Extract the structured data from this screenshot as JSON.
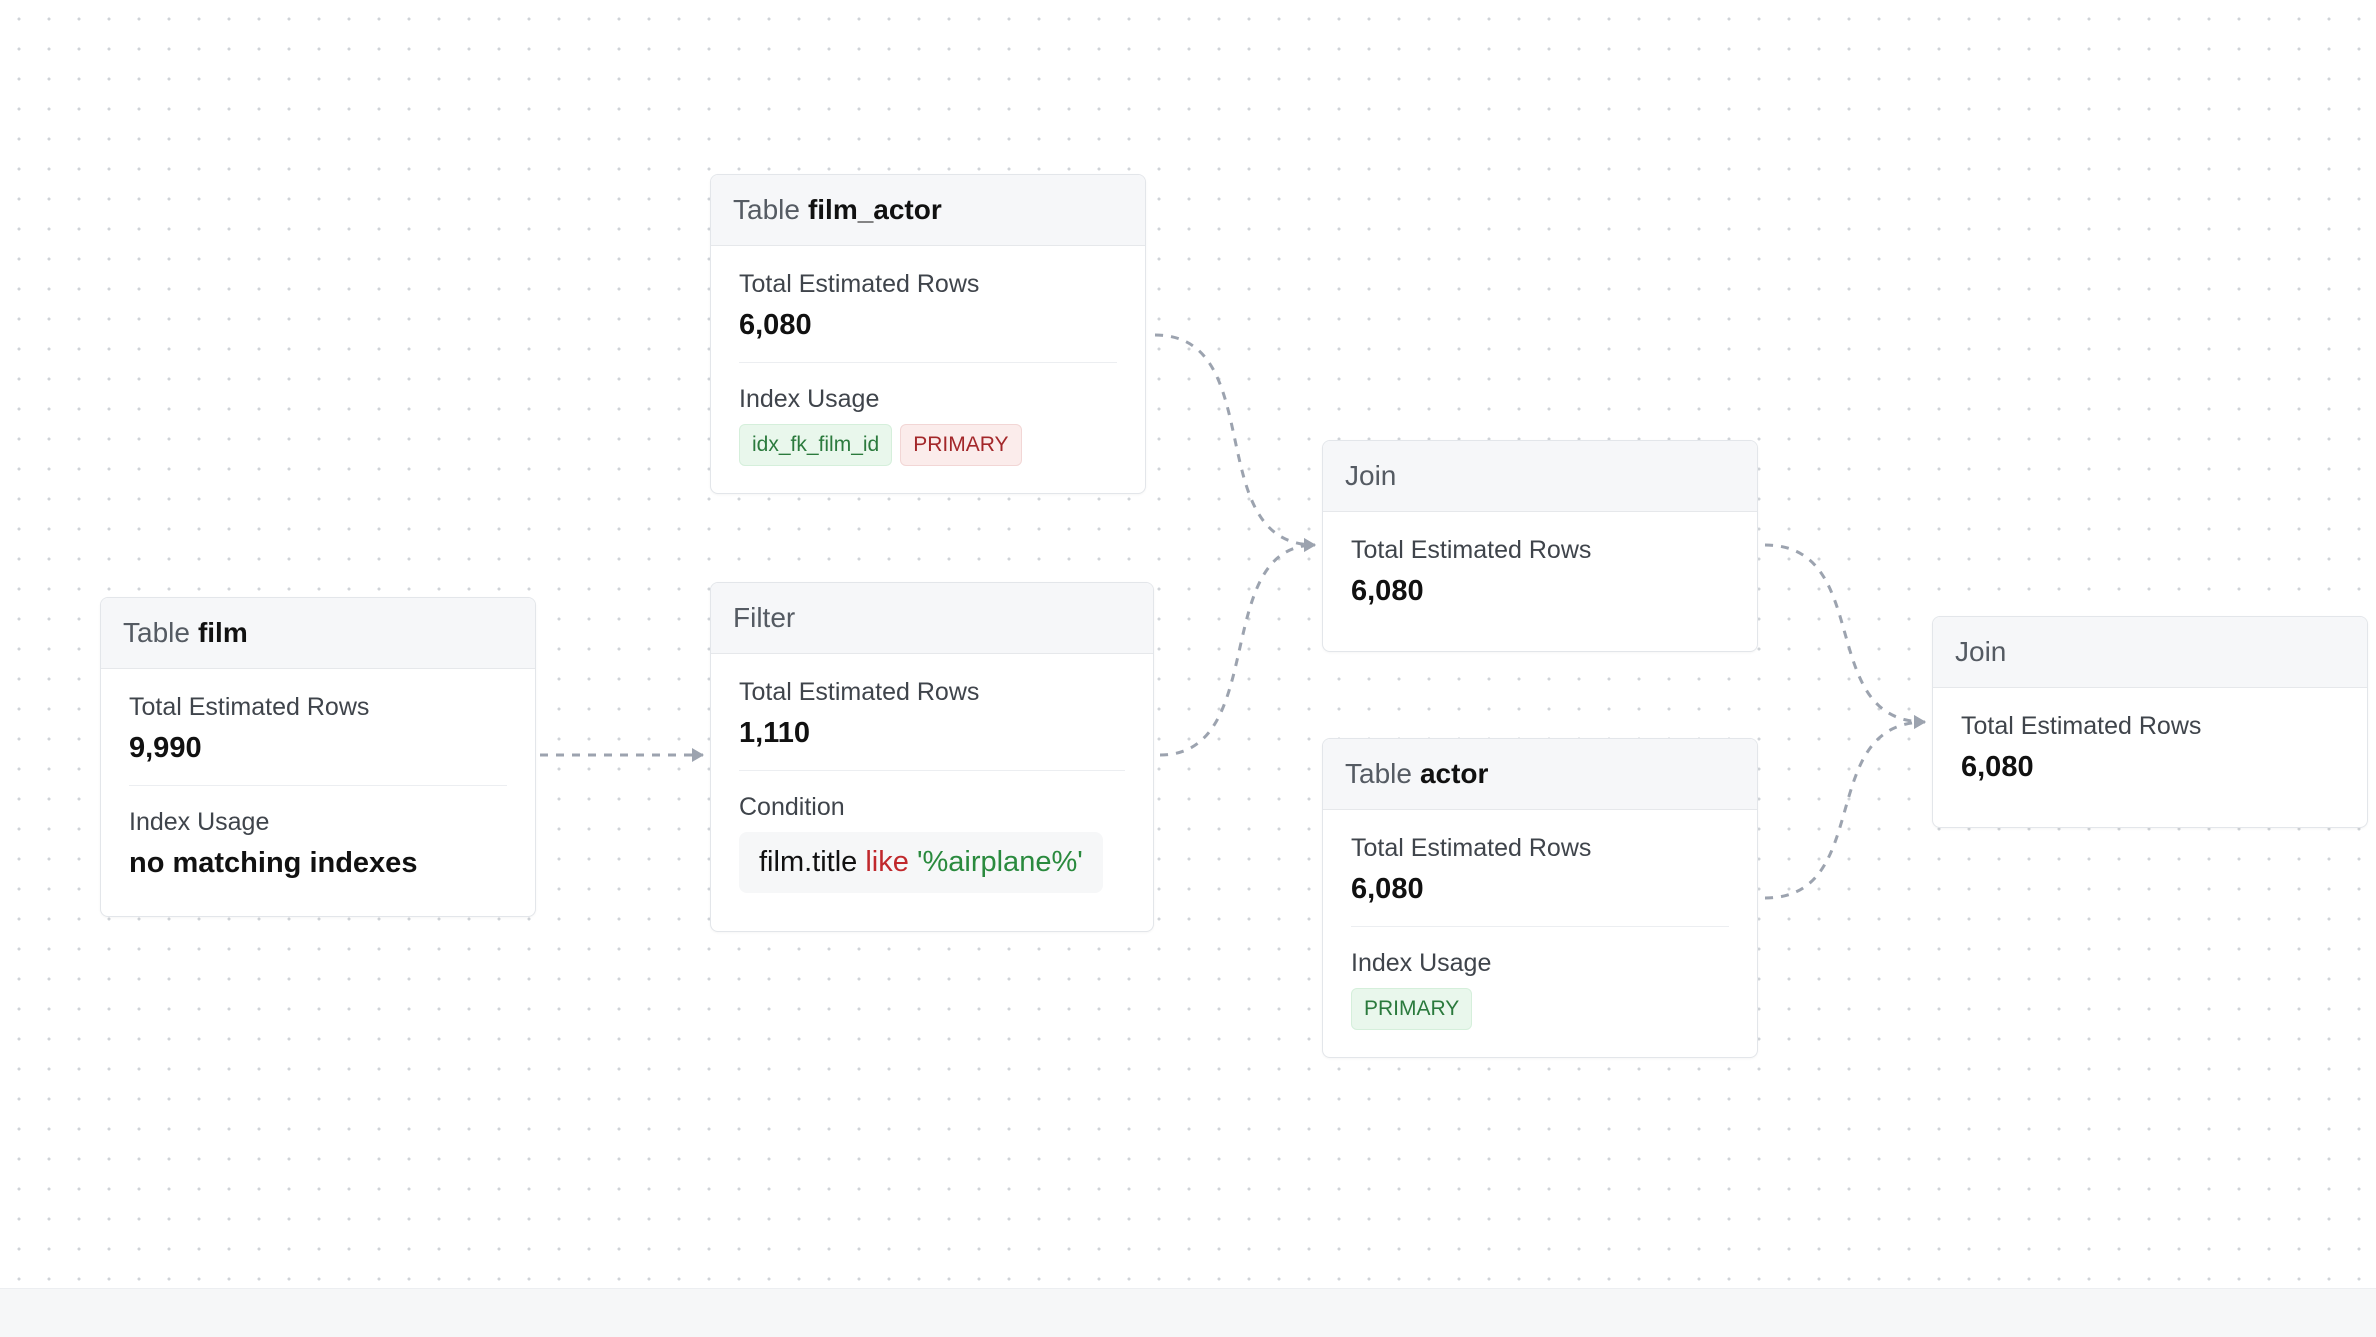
{
  "nodes": {
    "film": {
      "type_label": "Table",
      "name": "film",
      "rows_label": "Total Estimated Rows",
      "rows": "9,990",
      "index_label": "Index Usage",
      "index_text": "no matching indexes"
    },
    "film_actor": {
      "type_label": "Table",
      "name": "film_actor",
      "rows_label": "Total Estimated Rows",
      "rows": "6,080",
      "index_label": "Index Usage",
      "index_badges": [
        "idx_fk_film_id",
        "PRIMARY"
      ]
    },
    "filter": {
      "type_label": "Filter",
      "rows_label": "Total Estimated Rows",
      "rows": "1,110",
      "condition_label": "Condition",
      "condition": {
        "field": "film.title",
        "operator": "like",
        "value": "'%airplane%'"
      }
    },
    "join1": {
      "type_label": "Join",
      "rows_label": "Total Estimated Rows",
      "rows": "6,080"
    },
    "actor": {
      "type_label": "Table",
      "name": "actor",
      "rows_label": "Total Estimated Rows",
      "rows": "6,080",
      "index_label": "Index Usage",
      "index_badges": [
        "PRIMARY"
      ]
    },
    "join2": {
      "type_label": "Join",
      "rows_label": "Total Estimated Rows",
      "rows": "6,080"
    }
  },
  "colors": {
    "edge": "#9ca3af",
    "badge_green_text": "#2b7a3d",
    "badge_red_text": "#a3272a",
    "keyword": "#c0282c",
    "string": "#2a8a3e"
  }
}
